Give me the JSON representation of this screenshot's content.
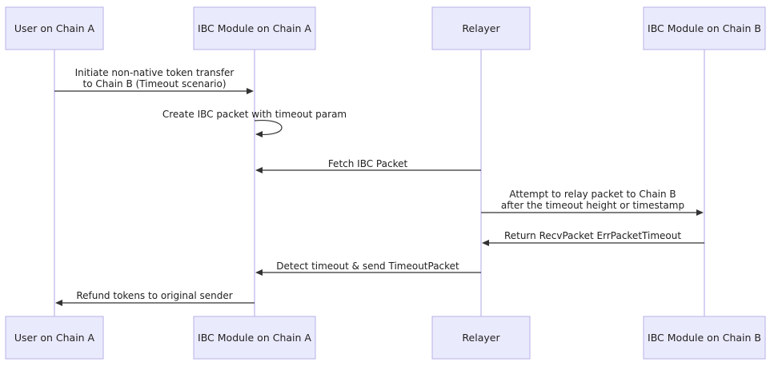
{
  "participants": [
    {
      "id": "user",
      "label": "User on Chain A"
    },
    {
      "id": "ibcA",
      "label": "IBC Module on Chain A"
    },
    {
      "id": "relayer",
      "label": "Relayer"
    },
    {
      "id": "ibcB",
      "label": "IBC Module on Chain B"
    }
  ],
  "messages": [
    {
      "from": "user",
      "to": "ibcA",
      "lines": [
        "Initiate non-native token transfer",
        "to Chain B (Timeout scenario)"
      ]
    },
    {
      "from": "ibcA",
      "to": "ibcA",
      "lines": [
        "Create IBC packet with timeout param"
      ]
    },
    {
      "from": "relayer",
      "to": "ibcA",
      "lines": [
        "Fetch IBC Packet"
      ]
    },
    {
      "from": "relayer",
      "to": "ibcB",
      "lines": [
        "Attempt to relay packet to Chain B",
        "after the timeout height or timestamp"
      ]
    },
    {
      "from": "ibcB",
      "to": "relayer",
      "lines": [
        "Return RecvPacket ErrPacketTimeout"
      ]
    },
    {
      "from": "relayer",
      "to": "ibcA",
      "lines": [
        "Detect timeout & send TimeoutPacket"
      ]
    },
    {
      "from": "ibcA",
      "to": "user",
      "lines": [
        "Refund tokens to original sender"
      ]
    }
  ]
}
